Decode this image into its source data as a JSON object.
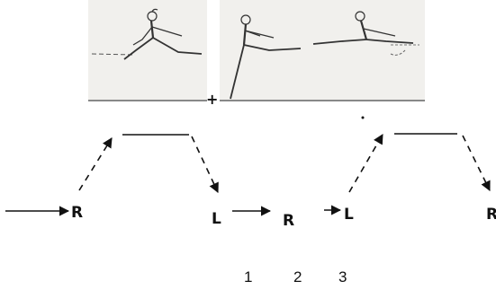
{
  "illustration": {
    "plus_sign": "+"
  },
  "diagram": {
    "nodes": [
      {
        "id": "r1",
        "label": "R"
      },
      {
        "id": "l1",
        "label": "L"
      },
      {
        "id": "r2",
        "label": "R"
      },
      {
        "id": "l2",
        "label": "L"
      },
      {
        "id": "r3",
        "label": "R"
      }
    ],
    "counts": [
      "1",
      "2",
      "3"
    ]
  }
}
